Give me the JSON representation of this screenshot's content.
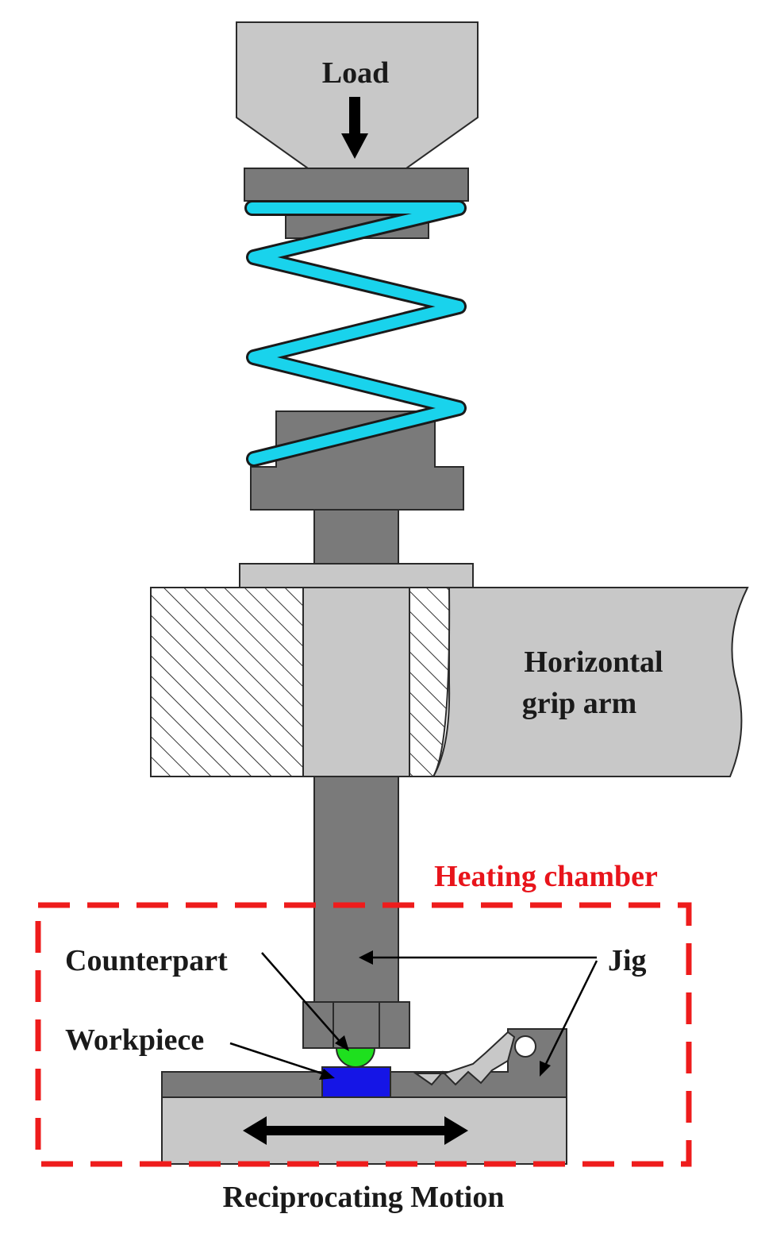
{
  "labels": {
    "load": "Load",
    "grip_arm_line1": "Horizontal",
    "grip_arm_line2": "grip arm",
    "heating_chamber": "Heating chamber",
    "counterpart": "Counterpart",
    "jig": "Jig",
    "workpiece": "Workpiece",
    "motion": "Reciprocating Motion"
  },
  "colors": {
    "dark_steel": "#7a7a7a",
    "light_steel": "#c8c8c8",
    "spring": "#19d3ec",
    "counterpart_ball": "#1ee01e",
    "workpiece": "#1515e6",
    "chamber_border": "#ee1c1c",
    "outline": "#2a2a2a"
  },
  "icons": {
    "load_arrow": "arrow-down-icon",
    "motion_arrow": "double-arrow-horizontal-icon"
  }
}
